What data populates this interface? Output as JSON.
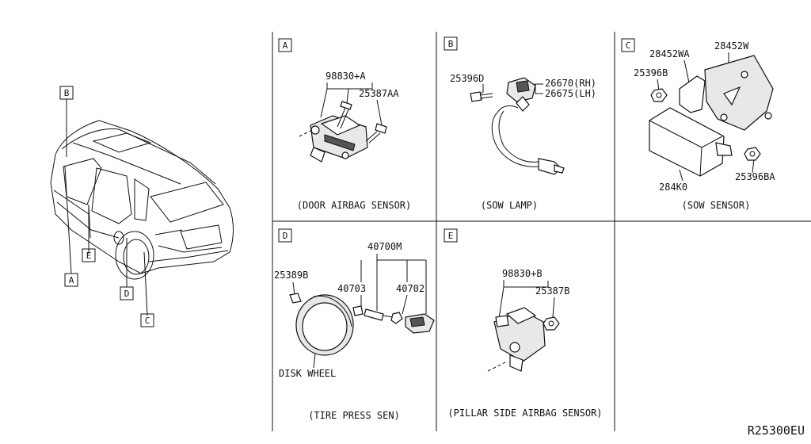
{
  "car_callouts": [
    "B",
    "E",
    "A",
    "D",
    "C"
  ],
  "panels": {
    "A": {
      "letter": "A",
      "parts": [
        "98830+A",
        "25387AA"
      ],
      "caption": "(DOOR AIRBAG SENSOR)"
    },
    "B": {
      "letter": "B",
      "parts": [
        "25396D",
        "26670(RH)",
        "26675(LH)"
      ],
      "caption": "(SOW LAMP)"
    },
    "C": {
      "letter": "C",
      "parts": [
        "28452WA",
        "28452W",
        "25396B",
        "25396BA",
        "284K0"
      ],
      "caption": "(SOW SENSOR)"
    },
    "D": {
      "letter": "D",
      "parts": [
        "40700M",
        "25389B",
        "40703",
        "40702"
      ],
      "label": "DISK WHEEL",
      "caption": "(TIRE PRESS SEN)"
    },
    "E": {
      "letter": "E",
      "parts": [
        "98830+B",
        "25387B"
      ],
      "caption": "(PILLAR SIDE AIRBAG SENSOR)"
    }
  },
  "diagram_code": "R25300EU"
}
